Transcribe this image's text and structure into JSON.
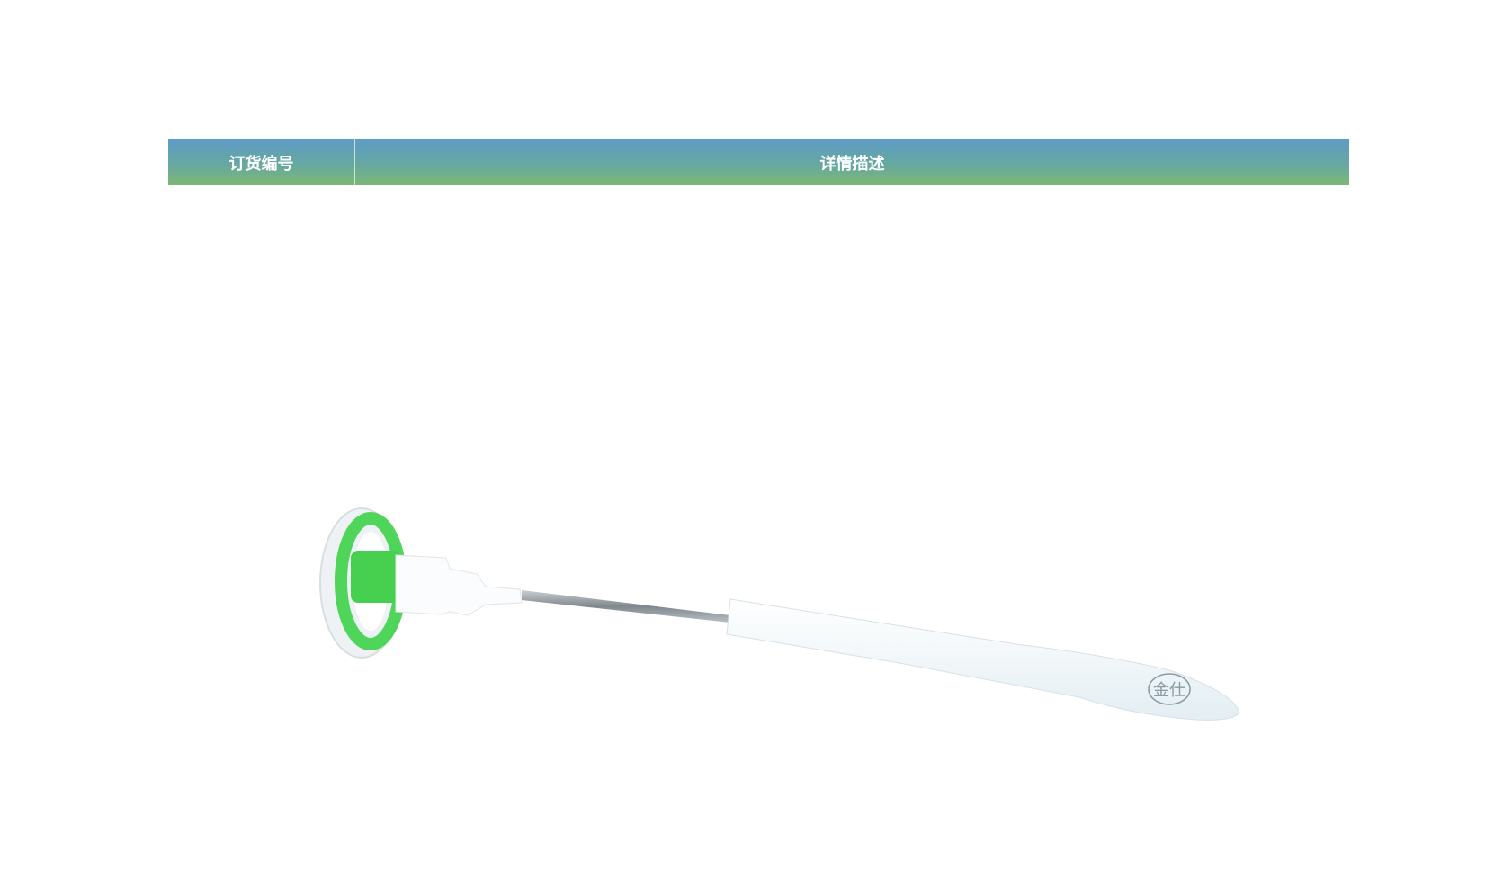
{
  "table": {
    "headers": {
      "order_number": "订货编号",
      "description": "详情描述"
    }
  },
  "product_image": {
    "logo_text": "金仕",
    "colors": {
      "ring_green": "#3ed14a",
      "handle": "#f4f9fb",
      "rod": "#9aa3a8"
    }
  }
}
